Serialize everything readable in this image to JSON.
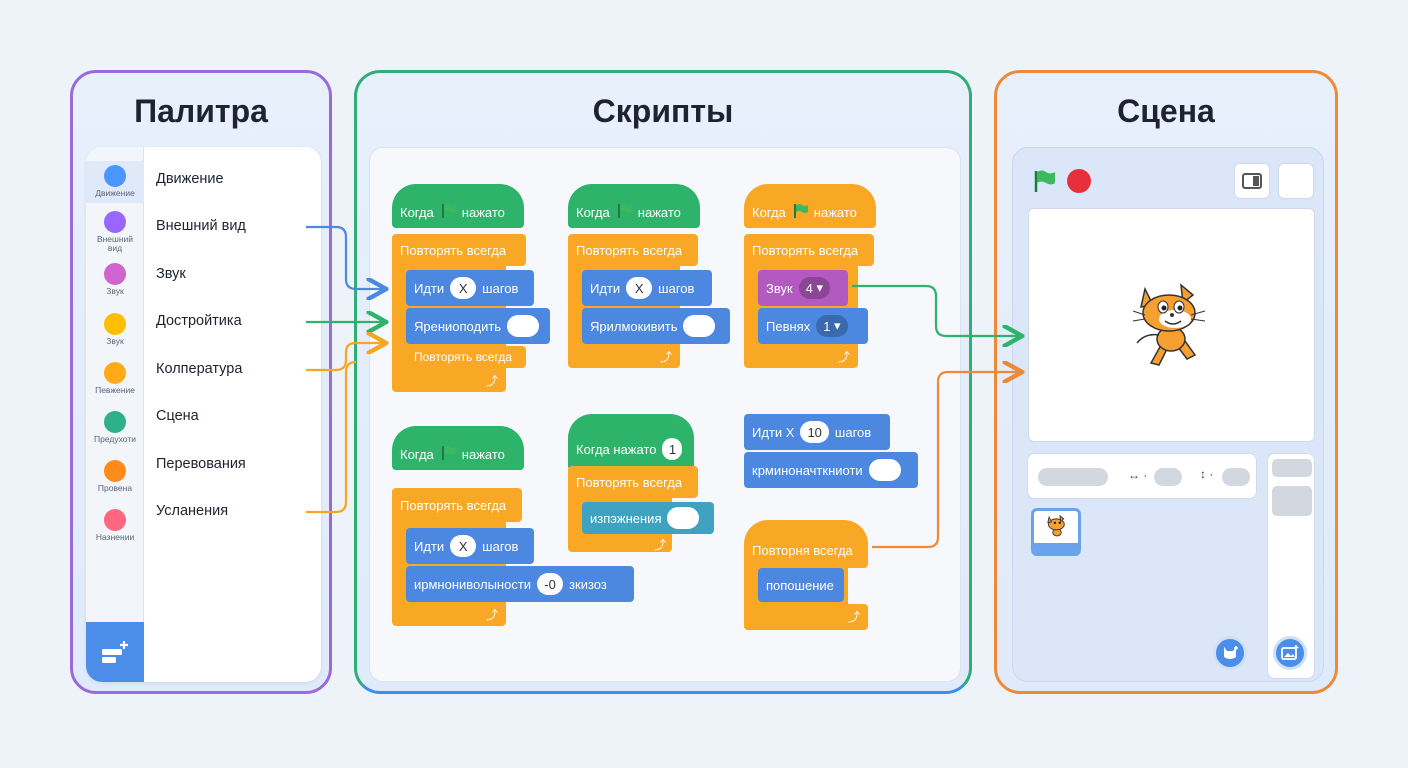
{
  "palette": {
    "title": "Палитра",
    "categories": [
      {
        "label": "Движение",
        "color": "#4c97ff"
      },
      {
        "label": "Внешний вид",
        "color": "#9966ff"
      },
      {
        "label": "Звук",
        "color": "#cf63cf"
      },
      {
        "label": "Звук",
        "color": "#ffbf00"
      },
      {
        "label": "Певжение",
        "color": "#ffab19"
      },
      {
        "label": "Предухоти",
        "color": "#2eb08a"
      },
      {
        "label": "Провена",
        "color": "#ff8c1a"
      },
      {
        "label": "Нaзнeнии",
        "color": "#ff6680"
      }
    ],
    "names": [
      "Движение",
      "Внешний вид",
      "Звук",
      "Достройтика",
      "Колпература",
      "Сцена",
      "Перевования",
      "Усланения"
    ]
  },
  "scripts": {
    "title": "Скрипты",
    "s1": {
      "hat_a": "Когда",
      "hat_b": "нажато",
      "forever": "Повторять всегда",
      "move_a": "Идти",
      "move_x": "X",
      "move_b": "шагов",
      "b2": "Ярениоподить",
      "b3": "Повторять всегда"
    },
    "s2": {
      "hat_a": "Когда",
      "hat_b": "нажато",
      "forever": "Повторять всегда",
      "move_a": "Идти",
      "move_x": "X",
      "move_b": "шагов",
      "b2": "Ярилмокивить"
    },
    "s3": {
      "hat_a": "Когда",
      "hat_b": "нажато",
      "forever": "Повторять всегда",
      "sound": "Звук",
      "sound_val": "4",
      "b2": "Певняx",
      "b2_val": "1"
    },
    "s4": {
      "hat_a": "Когда",
      "hat_b": "нажато",
      "forever": "Повторять всегда",
      "move_a": "Идти",
      "move_x": "X",
      "move_b": "шагов",
      "b2": "ирмнониволыности",
      "b2_val": "-0",
      "b2_end": "зкизоз"
    },
    "s5": {
      "hat": "Когда нажато",
      "hat_val": "1",
      "forever": "Повторять всегда",
      "b1": "изпэжнения"
    },
    "s6": {
      "move": "Идти X",
      "move_val": "10",
      "move_b": "шагов",
      "b2": "крминоначткниоти"
    },
    "s7": {
      "forever": "Повторня всегда",
      "b1": "попошение"
    }
  },
  "stage": {
    "title": "Сцена",
    "xy_a": "↔ ·",
    "xy_b": "↕ ·"
  },
  "colors": {
    "palette_border": "#9b6ad8",
    "scripts_border": "#2fae78",
    "stage_border": "#ee8a36",
    "arrow_blue": "#4c87e0",
    "arrow_green": "#2db36a",
    "arrow_orange": "#f5a623",
    "arrow_dark_orange": "#ee8a36"
  }
}
